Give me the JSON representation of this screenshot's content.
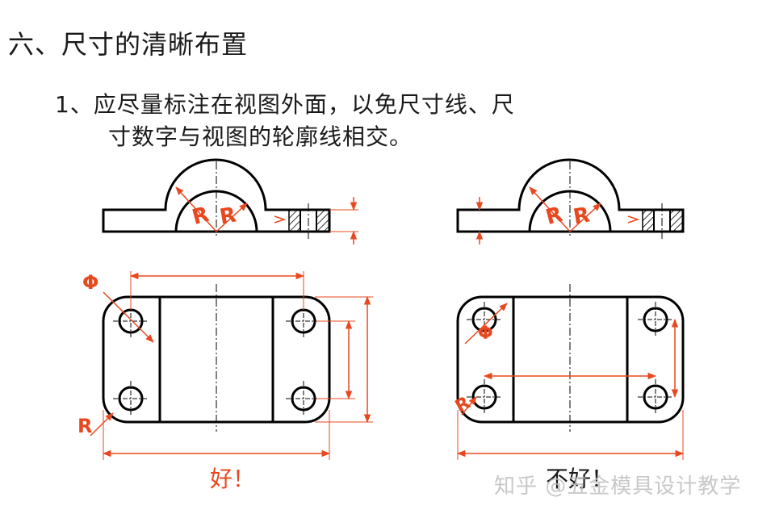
{
  "section_title": "六、尺寸的清晰布置",
  "point_line1": "1、应尽量标注在视图外面，以免尺寸线、尺",
  "point_line2": "寸数字与视图的轮廓线相交。",
  "labels": {
    "radius": "R",
    "diameter": "Φ"
  },
  "good_label": "好！",
  "bad_label": "不好！",
  "watermark": "知乎 @五金模具设计教学",
  "colors": {
    "outline": "#000000",
    "dimension": "#e8481f",
    "text": "#1a1a1a",
    "dim_line": "#ef6a3a"
  }
}
